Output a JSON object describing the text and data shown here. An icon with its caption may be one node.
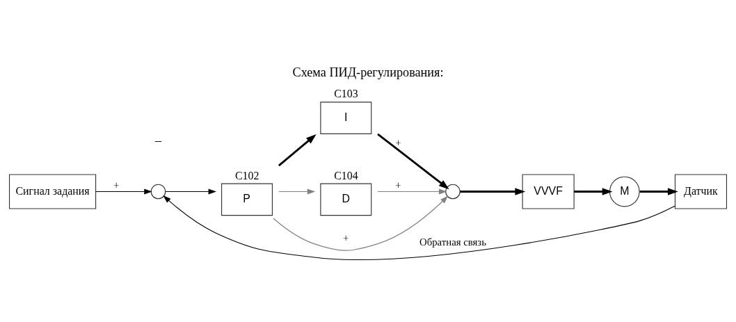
{
  "diagram": {
    "title": "Схема ПИД-регулирования:",
    "nodes": [
      {
        "text": [
          "Сигнал задания"
        ]
      },
      {
        "text": [],
        "shape": "circle"
      },
      {
        "text": [
          "P"
        ],
        "beside": [
          "C102"
        ]
      },
      {
        "text": [
          "I"
        ],
        "beside": [
          "C103"
        ]
      },
      {
        "text": [
          "D"
        ],
        "beside": [
          "C104"
        ]
      },
      {
        "text": [],
        "shape": "circle"
      },
      {
        "text": [
          "VVVF"
        ]
      },
      {
        "text": [
          "M"
        ]
      },
      {
        "text": [
          "Датчик"
        ]
      }
    ],
    "edges": [
      {
        "from": 0,
        "to": 1,
        "arrow": "to",
        "label": "+"
      },
      {
        "from": 1,
        "to": 2,
        "arrow": "to"
      },
      {
        "from": 2,
        "to": 5,
        "arrow": "to",
        "label": "+",
        "color": "#808080"
      },
      {
        "from": 2,
        "to": 3,
        "arrow": "to",
        "style": "thick"
      },
      {
        "from": 2,
        "to": 4,
        "arrow": "to",
        "color": "#808080"
      },
      {
        "from": 3,
        "to": 5,
        "arrow": "to",
        "label": "+",
        "style": "thick"
      },
      {
        "from": 4,
        "to": 5,
        "arrow": "to",
        "label": "+",
        "color": "#808080"
      },
      {
        "from": 5,
        "to": 6,
        "arrow": "to",
        "style": "thick"
      },
      {
        "from": 6,
        "to": 7,
        "arrow": "to",
        "style": "thick"
      },
      {
        "from": 7,
        "to": 8,
        "arrow": "to",
        "style": "thick"
      },
      {
        "from": 8,
        "to": 1,
        "arrow": "to",
        "label": "Обратная связь"
      }
    ],
    "labels": [
      "–"
    ]
  }
}
